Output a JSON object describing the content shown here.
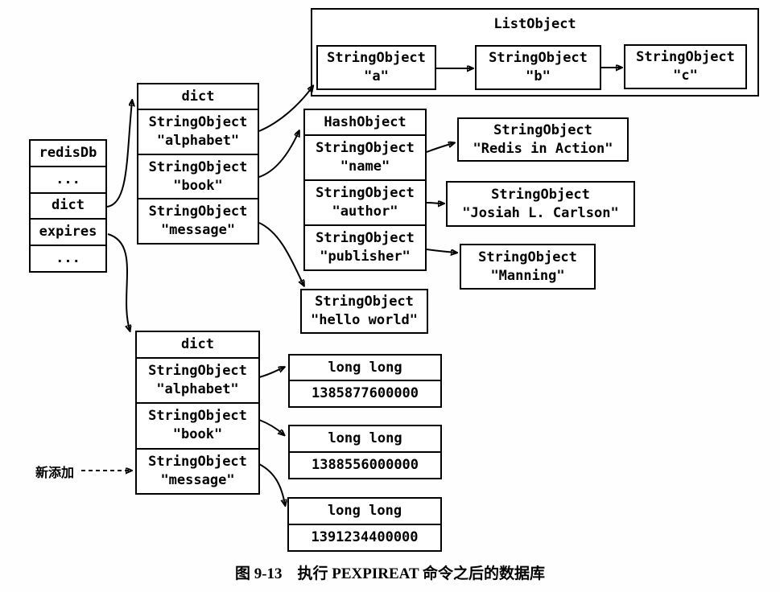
{
  "caption": "图 9-13　执行 PEXPIREAT 命令之后的数据库",
  "annotation": {
    "label": "新添加"
  },
  "redisdb": {
    "rows": [
      "redisDb",
      "...",
      "dict",
      "expires",
      "..."
    ]
  },
  "key_dict": {
    "header": "dict",
    "cells": [
      {
        "line1": "StringObject",
        "line2": "\"alphabet\""
      },
      {
        "line1": "StringObject",
        "line2": "\"book\""
      },
      {
        "line1": "StringObject",
        "line2": "\"message\""
      }
    ]
  },
  "list_object": {
    "title": "ListObject",
    "items": [
      {
        "line1": "StringObject",
        "line2": "\"a\""
      },
      {
        "line1": "StringObject",
        "line2": "\"b\""
      },
      {
        "line1": "StringObject",
        "line2": "\"c\""
      }
    ]
  },
  "hash_object": {
    "header": "HashObject",
    "cells": [
      {
        "line1": "StringObject",
        "line2": "\"name\""
      },
      {
        "line1": "StringObject",
        "line2": "\"author\""
      },
      {
        "line1": "StringObject",
        "line2": "\"publisher\""
      }
    ]
  },
  "string_values": {
    "redis_in_action": {
      "line1": "StringObject",
      "line2": "\"Redis in Action\""
    },
    "josiah": {
      "line1": "StringObject",
      "line2": "\"Josiah L. Carlson\""
    },
    "manning": {
      "line1": "StringObject",
      "line2": "\"Manning\""
    },
    "hello_world": {
      "line1": "StringObject",
      "line2": "\"hello world\""
    }
  },
  "expires_dict": {
    "header": "dict",
    "cells": [
      {
        "line1": "StringObject",
        "line2": "\"alphabet\""
      },
      {
        "line1": "StringObject",
        "line2": "\"book\""
      },
      {
        "line1": "StringObject",
        "line2": "\"message\""
      }
    ]
  },
  "expire_times": [
    {
      "header": "long long",
      "value": "1385877600000"
    },
    {
      "header": "long long",
      "value": "1388556000000"
    },
    {
      "header": "long long",
      "value": "1391234400000"
    }
  ]
}
